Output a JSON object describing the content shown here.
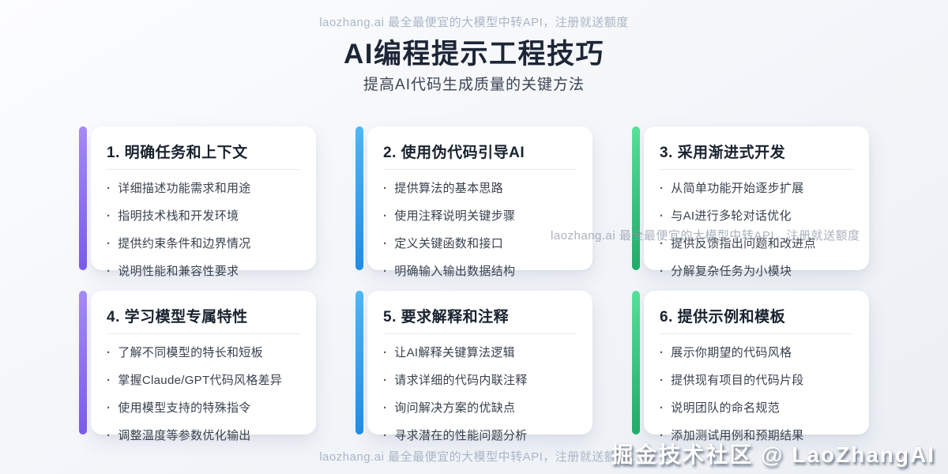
{
  "header": {
    "title": "AI编程提示工程技巧",
    "subtitle": "提高AI代码生成质量的关键方法"
  },
  "watermarks": {
    "top": "laozhang.ai 最全最便宜的大模型中转API，注册就送额度",
    "middle": "laozhang.ai 最全最便宜的大模型中转API，注册就送额度",
    "bottom": "laozhang.ai 最全最便宜的大模型中转API，注册就送额度"
  },
  "footer": {
    "signature": "掘金技术社区 @ LaoZhangAI"
  },
  "ui": {
    "bullet_char": "·"
  },
  "colors": {
    "accent_purple": "#8b5cf6",
    "accent_blue": "#2f9ff0",
    "accent_green": "#34c27e",
    "card_bg": "#ffffff",
    "page_bg": "#f2f5f9",
    "title_text": "#1d2637",
    "body_text": "#39424f",
    "watermark_text": "#aab6c6"
  },
  "cards": [
    {
      "title": "1. 明确任务和上下文",
      "accent": "purple",
      "bullets": [
        "详细描述功能需求和用途",
        "指明技术栈和开发环境",
        "提供约束条件和边界情况",
        "说明性能和兼容性要求"
      ]
    },
    {
      "title": "2. 使用伪代码引导AI",
      "accent": "blue",
      "bullets": [
        "提供算法的基本思路",
        "使用注释说明关键步骤",
        "定义关键函数和接口",
        "明确输入输出数据结构"
      ]
    },
    {
      "title": "3. 采用渐进式开发",
      "accent": "green",
      "bullets": [
        "从简单功能开始逐步扩展",
        "与AI进行多轮对话优化",
        "提供反馈指出问题和改进点",
        "分解复杂任务为小模块"
      ]
    },
    {
      "title": "4. 学习模型专属特性",
      "accent": "purple",
      "bullets": [
        "了解不同模型的特长和短板",
        "掌握Claude/GPT代码风格差异",
        "使用模型支持的特殊指令",
        "调整温度等参数优化输出"
      ]
    },
    {
      "title": "5. 要求解释和注释",
      "accent": "blue",
      "bullets": [
        "让AI解释关键算法逻辑",
        "请求详细的代码内联注释",
        "询问解决方案的优缺点",
        "寻求潜在的性能问题分析"
      ]
    },
    {
      "title": "6. 提供示例和模板",
      "accent": "green",
      "bullets": [
        "展示你期望的代码风格",
        "提供现有项目的代码片段",
        "说明团队的命名规范",
        "添加测试用例和预期结果"
      ]
    }
  ]
}
